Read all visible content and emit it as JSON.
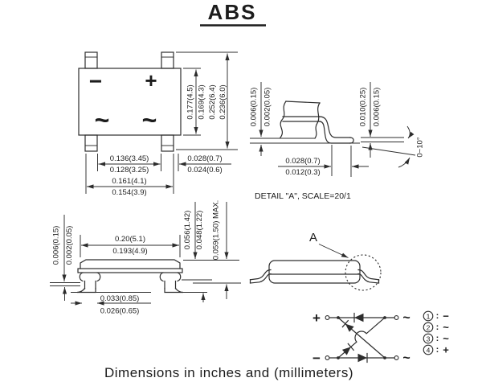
{
  "page": {
    "title": "ABS",
    "caption": "Dimensions in inches and (millimeters)"
  },
  "top_view": {
    "mark_minus": "−",
    "mark_plus": "+",
    "mark_ac_left": "~",
    "mark_ac_right": "~",
    "body_height_max": "0.177(4.5)",
    "body_height_min": "0.169(4.3)",
    "overall_height_max": "0.252(6.4)",
    "overall_height_min": "0.236(6.0)",
    "pin_span_inner_max": "0.136(3.45)",
    "pin_span_inner_min": "0.128(3.25)",
    "pin_span_outer_max": "0.161(4.1)",
    "pin_span_outer_min": "0.154(3.9)",
    "pin_width_max": "0.028(0.7)",
    "pin_width_min": "0.024(0.6)"
  },
  "detail_a": {
    "caption": "DETAIL \"A\", SCALE=20/1",
    "standoff_max": "0.006(0.15)",
    "standoff_min": "0.002(0.05)",
    "lead_thickness_max": "0.010(0.25)",
    "lead_thickness_min": "0.006(0.15)",
    "foot_length_max": "0.028(0.7)",
    "foot_length_min": "0.012(0.3)",
    "lead_angle": "0~10°"
  },
  "side_view": {
    "standoff_max": "0.006(0.15)",
    "standoff_min": "0.002(0.05)",
    "body_length_max": "0.20(5.1)",
    "body_length_min": "0.193(4.9)",
    "body_height_max": "0.056(1.42)",
    "body_height_min": "0.048(1.22)",
    "overall_height": "0.059(1.50) MAX.",
    "lead_width_max": "0.033(0.85)",
    "lead_width_min": "0.026(0.65)"
  },
  "iso_view": {
    "detail_callout": "A"
  },
  "schematic": {
    "terminal_plus": "+",
    "terminal_minus": "−",
    "terminal_ac_top": "~",
    "terminal_ac_bottom": "~",
    "separator": ":",
    "pin_legend": [
      {
        "pin": "1",
        "polarity": "−"
      },
      {
        "pin": "2",
        "polarity": "~"
      },
      {
        "pin": "3",
        "polarity": "~"
      },
      {
        "pin": "4",
        "polarity": "+"
      }
    ]
  },
  "colors": {
    "ink": "#1c1c1c",
    "line": "#2d2d2d",
    "background": "#ffffff"
  }
}
